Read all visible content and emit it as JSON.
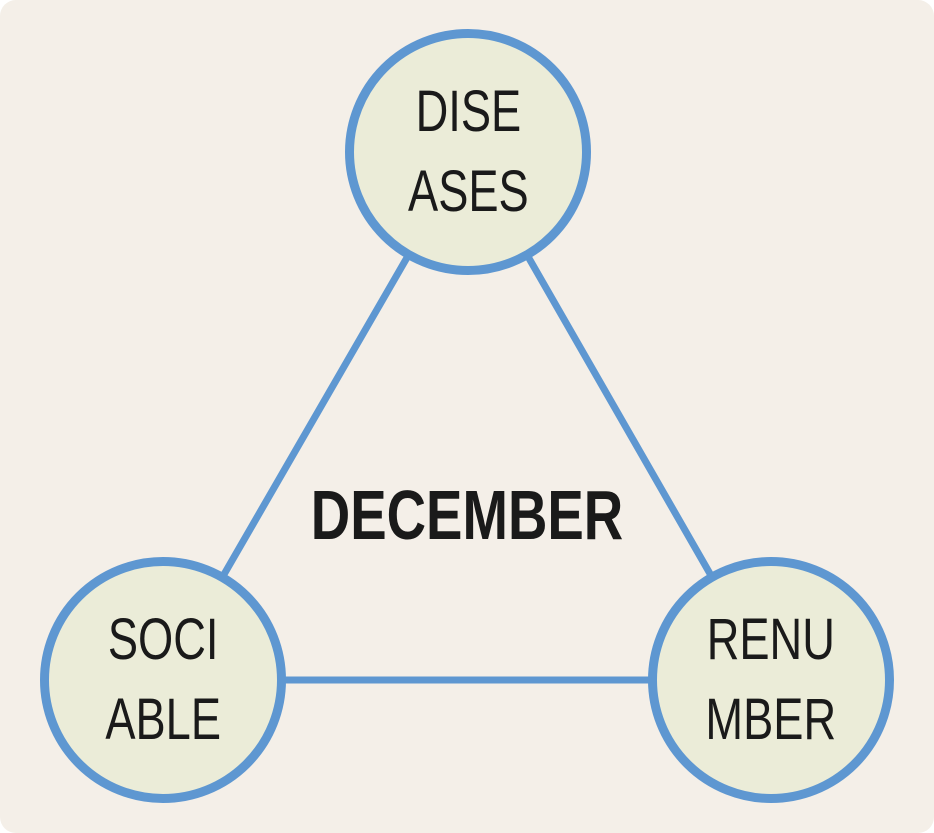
{
  "diagram": {
    "center_label": "DECEMBER",
    "nodes": [
      {
        "id": "top",
        "line1": "DISE",
        "line2": "ASES",
        "word": "DISEASES"
      },
      {
        "id": "bottom-left",
        "line1": "SOCI",
        "line2": "ABLE",
        "word": "SOCIABLE"
      },
      {
        "id": "bottom-right",
        "line1": "RENU",
        "line2": "MBER",
        "word": "RENUMBER"
      }
    ],
    "colors": {
      "background": "#f4efe8",
      "node_fill": "#ebecd8",
      "stroke_blue": "#5e97d1",
      "text": "#1a1a1a"
    }
  }
}
